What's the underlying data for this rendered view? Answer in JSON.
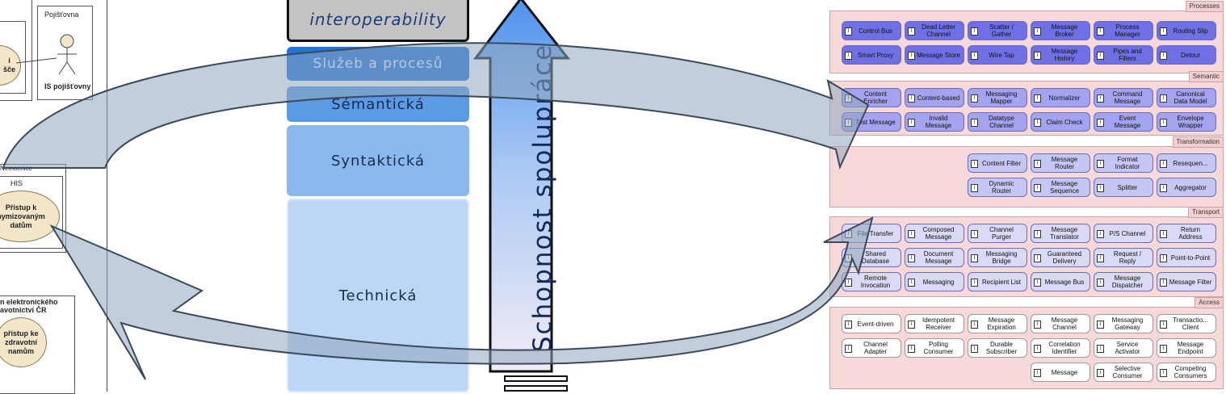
{
  "left_diagram": {
    "insurer_box_title": "Pojišťovna",
    "insurer_actor_label": "IS pojišťovny",
    "insurer_usecase_fragment": "í\nšče",
    "hospital_box_title": "Nemocnice",
    "his_title": "HIS",
    "his_usecase": "Přístup k\nnymizovaným\ndatům",
    "ehealth_box_title": "n elektronického\navotnictví ČR",
    "ehealth_usecase": "přístup ke\nzdravotní\nnamům"
  },
  "layers": {
    "top": "interoperability",
    "services": "Služeb a procesů",
    "semantic": "Sémantická",
    "syntactic": "Syntaktická",
    "technical": "Technická"
  },
  "arrow_label": "Schopnost spolupráce",
  "colors": {
    "arrow_top": "#5a9bf0",
    "arrow_bottom": "#f0e8f6",
    "services_layer": "#1e73dc",
    "semantic_layer": "#5b9be6",
    "syntactic_layer": "#8bb9ee",
    "technical_layer": "#bcd7f5"
  },
  "patterns": {
    "processes": {
      "title": "Processes",
      "rows": [
        [
          "Routing Slip",
          "Process Manager",
          "Message Broker",
          "Scatter / Gather",
          "Dead Letter Channel",
          "Control Bus"
        ],
        [
          "Detour",
          "Pipes and Filters",
          "Message History",
          "Wire Tap",
          "Message Store",
          "Smart Proxy"
        ]
      ]
    },
    "semantic": {
      "title": "Semantic",
      "rows": [
        [
          "Canonical Data Model",
          "Command Message",
          "Normalizer",
          "Messaging Mapper",
          "Content-based",
          "Content Enricher"
        ],
        [
          "Envelope Wrapper",
          "Event Message",
          "Claim Check",
          "Datatype Channel",
          "Invalid Message",
          "Test Message"
        ]
      ]
    },
    "transformation": {
      "title": "Transformation",
      "rows": [
        [
          "Resequen...",
          "Format Indicator",
          "Message Router",
          "Content Filter"
        ],
        [
          "Aggregator",
          "Splitter",
          "Message Sequence",
          "Dynamic Router"
        ]
      ]
    },
    "transport": {
      "title": "Transport",
      "rows": [
        [
          "Return Address",
          "P/S Channel",
          "Message Translator",
          "Channel Purger",
          "Composed Message",
          "File Transfer"
        ],
        [
          "Point-to-Point",
          "Request / Reply",
          "Guaranteed Delivery",
          "Messaging Bridge",
          "Document Message",
          "Shared Database"
        ],
        [
          "Message Filter",
          "Message Dispatcher",
          "Message Bus",
          "Recipient List",
          "Messaging",
          "Remote Invocation"
        ]
      ]
    },
    "access": {
      "title": "Access",
      "rows": [
        [
          "Transactio... Client",
          "Messaging Gateway",
          "Message Channel",
          "Message Expiration",
          "Idempotent Receiver",
          "Event-driven"
        ],
        [
          "Message Endpoint",
          "Service Activator",
          "Correlation Identifier",
          "Durable Subscriber",
          "Polling Consumer",
          "Channel Adapter"
        ],
        [
          "Competing Consumers",
          "Selective Consumer",
          "Message"
        ]
      ]
    }
  }
}
